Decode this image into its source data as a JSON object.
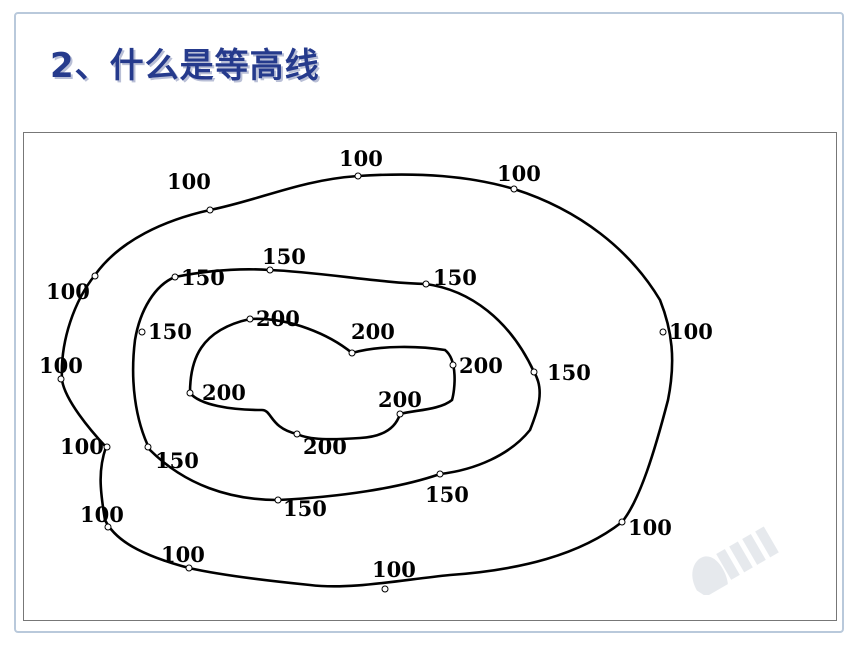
{
  "slide": {
    "title": "2、什么是等高线"
  },
  "contour_map": {
    "line_color": "#000000",
    "labels": {
      "outer": "100",
      "middle": "150",
      "inner": "200"
    }
  },
  "colors": {
    "title": "#253a8c",
    "frame": "#b9c9db"
  }
}
